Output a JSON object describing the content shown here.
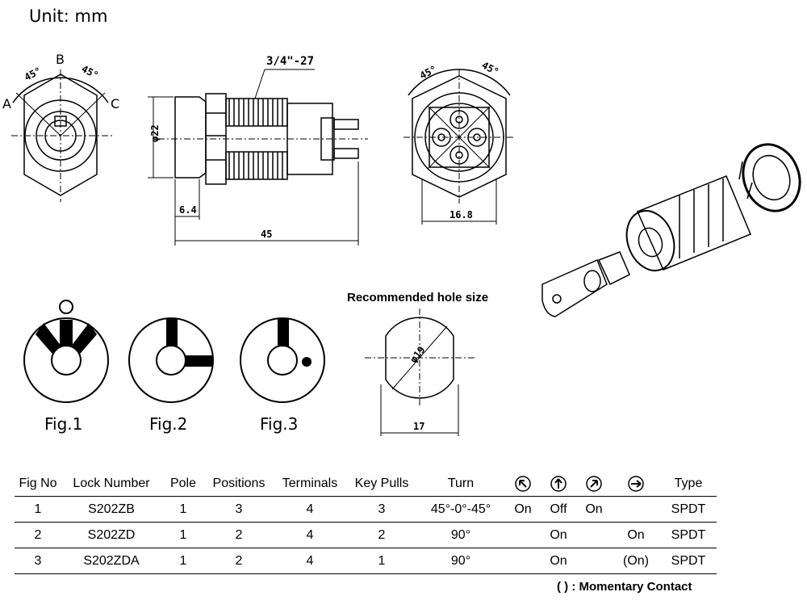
{
  "header": {
    "unit_label": "Unit:  mm"
  },
  "front_view": {
    "label_a": "A",
    "label_b": "B",
    "label_c": "C",
    "angle_left": "45°",
    "angle_right": "45°"
  },
  "side_view": {
    "thread": "3/4\"-27",
    "diameter": "φ22",
    "flange": "6.4",
    "length": "45"
  },
  "rear_view": {
    "angle_left": "45°",
    "angle_right": "45°",
    "width": "16.8"
  },
  "hole": {
    "title": "Recommended hole size",
    "diameter": "φ19",
    "width": "17"
  },
  "figures": [
    {
      "label": "Fig.1"
    },
    {
      "label": "Fig.2"
    },
    {
      "label": "Fig.3"
    }
  ],
  "table": {
    "headers": [
      "Fig No",
      "Lock Number",
      "Pole",
      "Positions",
      "Terminals",
      "Key Pulls",
      "Turn",
      "",
      "",
      "",
      "",
      "Type"
    ],
    "header_icons": [
      "arrow-up-left-icon",
      "arrow-up-icon",
      "arrow-up-right-icon",
      "arrow-right-icon"
    ],
    "rows": [
      [
        "1",
        "S202ZB",
        "1",
        "3",
        "4",
        "3",
        "45°-0°-45°",
        "On",
        "Off",
        "On",
        "",
        "SPDT"
      ],
      [
        "2",
        "S202ZD",
        "1",
        "2",
        "4",
        "2",
        "90°",
        "",
        "On",
        "",
        "On",
        "SPDT"
      ],
      [
        "3",
        "S202ZDA",
        "1",
        "2",
        "4",
        "1",
        "90°",
        "",
        "On",
        "",
        "(On)",
        "SPDT"
      ]
    ]
  },
  "footnote": "(   ) : Momentary Contact"
}
